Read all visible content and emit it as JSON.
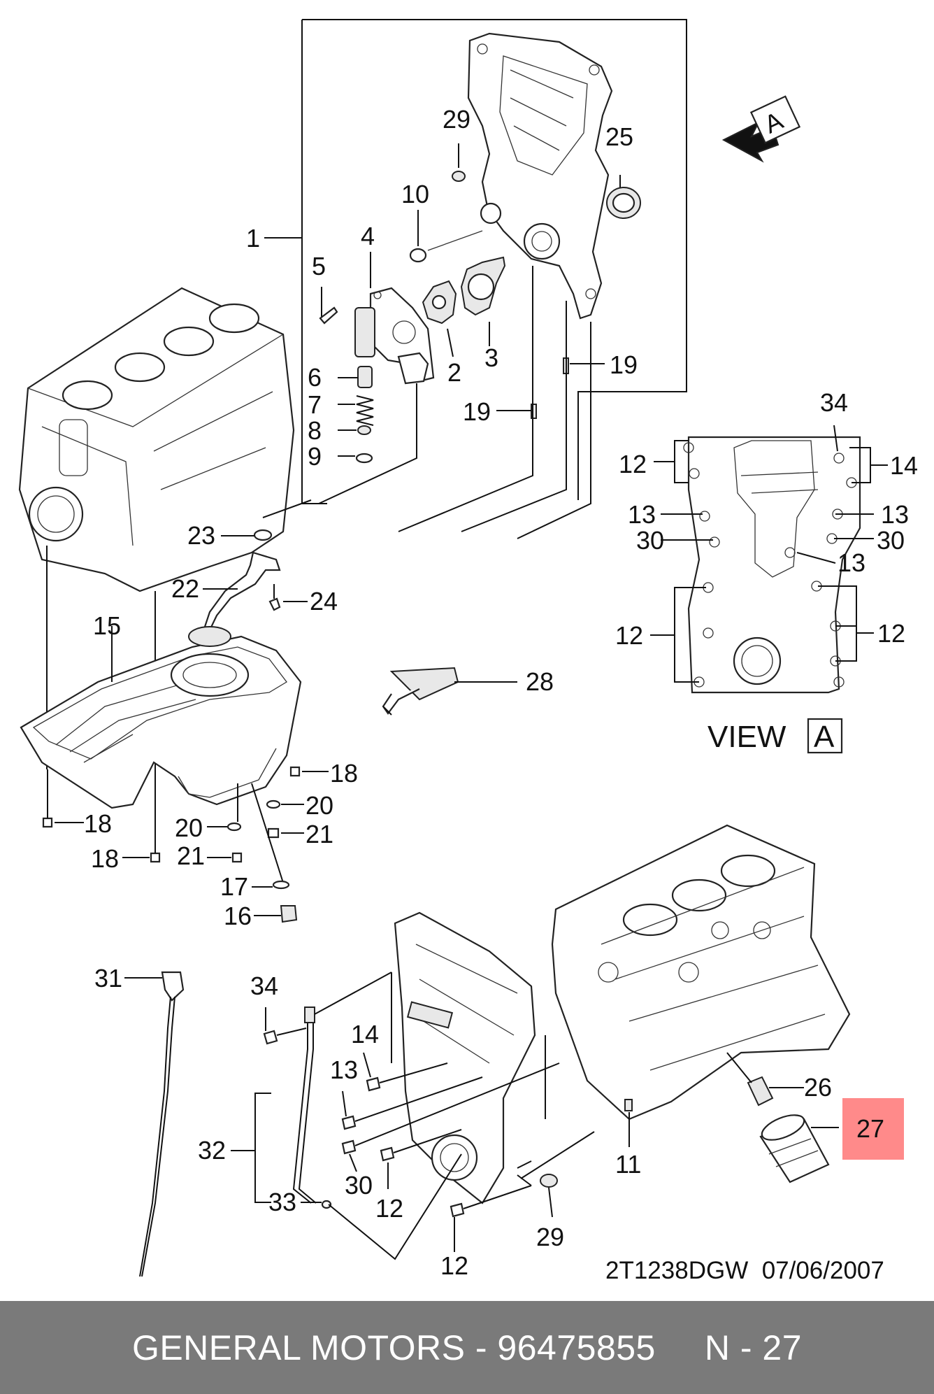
{
  "view_label": "VIEW",
  "view_letter": "A",
  "arrow_letter": "A",
  "stamp": "2T1238DGW  07/06/2007",
  "highlight_color": "#ff8a8a",
  "footer": {
    "left": "GENERAL MOTORS - 96475855",
    "right": "N - 27"
  },
  "callouts": {
    "c1": "1",
    "c2": "2",
    "c3": "3",
    "c4": "4",
    "c5": "5",
    "c6": "6",
    "c7": "7",
    "c8": "8",
    "c9": "9",
    "c10": "10",
    "c11": "11",
    "c12a": "12",
    "c12b": "12",
    "c12c": "12",
    "c12d": "12",
    "c12e": "12",
    "c13a": "13",
    "c13b": "13",
    "c13c": "13",
    "c13d": "13",
    "c14a": "14",
    "c14b": "14",
    "c15": "15",
    "c16": "16",
    "c17": "17",
    "c18a": "18",
    "c18b": "18",
    "c18c": "18",
    "c19a": "19",
    "c19b": "19",
    "c20a": "20",
    "c20b": "20",
    "c21a": "21",
    "c21b": "21",
    "c22": "22",
    "c23": "23",
    "c24": "24",
    "c25": "25",
    "c26": "26",
    "c27": "27",
    "c28": "28",
    "c29a": "29",
    "c29b": "29",
    "c30a": "30",
    "c30b": "30",
    "c30c": "30",
    "c31": "31",
    "c32": "32",
    "c33": "33",
    "c34a": "34",
    "c34b": "34"
  }
}
